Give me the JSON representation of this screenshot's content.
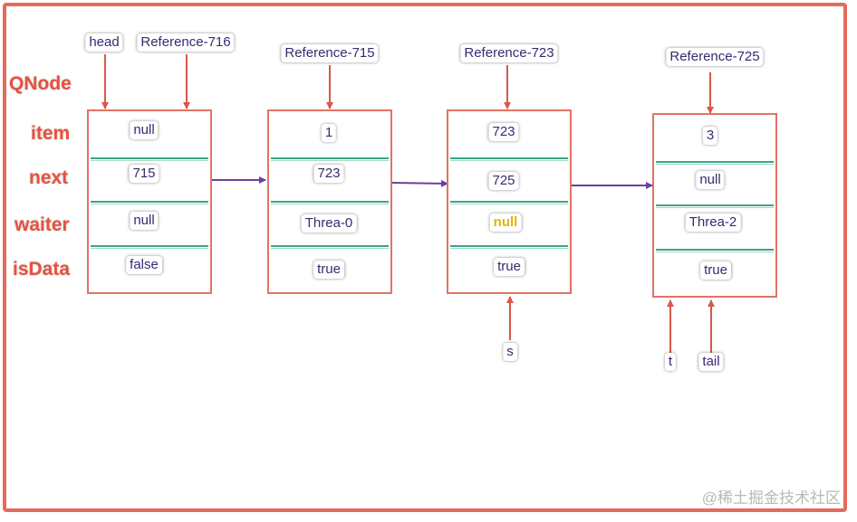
{
  "diagram": {
    "type_label": "QNode",
    "field_labels": {
      "item": "item",
      "next": "next",
      "waiter": "waiter",
      "isData": "isData"
    },
    "nodes": [
      {
        "reference": "Reference-716",
        "item": "null",
        "next": "715",
        "waiter": "null",
        "isData": "false"
      },
      {
        "reference": "Reference-715",
        "item": "1",
        "next": "723",
        "waiter": "Threa-0",
        "isData": "true"
      },
      {
        "reference": "Reference-723",
        "item": "723",
        "next": "725",
        "waiter": "null",
        "isData": "true"
      },
      {
        "reference": "Reference-725",
        "item": "3",
        "next": "null",
        "waiter": "Threa-2",
        "isData": "true"
      }
    ],
    "pointers": {
      "head": "head",
      "s": "s",
      "t": "t",
      "tail": "tail"
    },
    "colors": {
      "frame": "#e46b5b",
      "label": "#e8513d",
      "node_border": "#e07466",
      "separator": "#3aa58a",
      "link_arrow": "#6a3fa0",
      "pointer_arrow": "#d9574a",
      "text": "#3a2970",
      "highlight_text": "#e0b400"
    }
  },
  "watermark": "@稀土掘金技术社区"
}
